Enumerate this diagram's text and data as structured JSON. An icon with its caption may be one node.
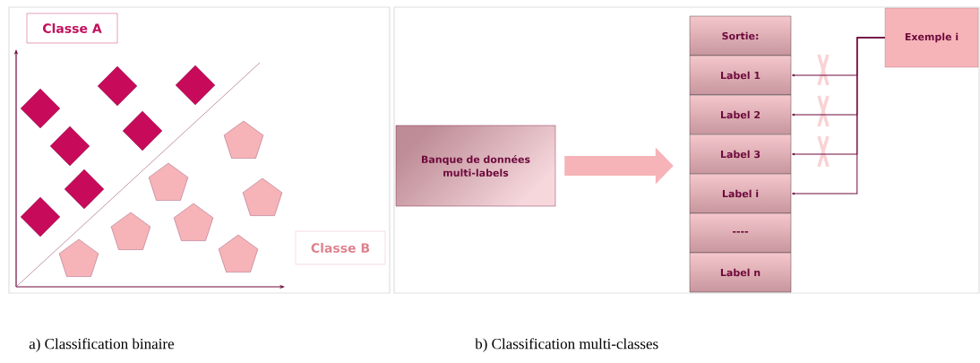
{
  "diagram": {
    "nodes": [
      {
        "text": [
          "Classe A"
        ]
      },
      {
        "text": [
          "Classe B"
        ]
      },
      {
        "text": [
          "Banque de données multi-labels"
        ]
      },
      {
        "text": [
          "Sortie:"
        ]
      },
      {
        "text": [
          "Label 1"
        ]
      },
      {
        "text": [
          "Label 2"
        ]
      },
      {
        "text": [
          "Label 3"
        ]
      },
      {
        "text": [
          "Label i"
        ]
      },
      {
        "text": [
          "----"
        ]
      },
      {
        "text": [
          "Label n"
        ]
      },
      {
        "text": [
          "Exemple i"
        ]
      }
    ],
    "edges": [
      {
        "from": 2,
        "to": 6,
        "arrow": "to",
        "style": "thick",
        "color": "#f6b4b8"
      },
      {
        "from": 10,
        "to": 4,
        "arrow": "to"
      },
      {
        "from": 10,
        "to": 5,
        "arrow": "to"
      },
      {
        "from": 10,
        "to": 6,
        "arrow": "to"
      },
      {
        "from": 10,
        "to": 7,
        "arrow": "to"
      }
    ],
    "labels": [
      "a) Classification binaire",
      "b) Classification multi-classes"
    ]
  }
}
